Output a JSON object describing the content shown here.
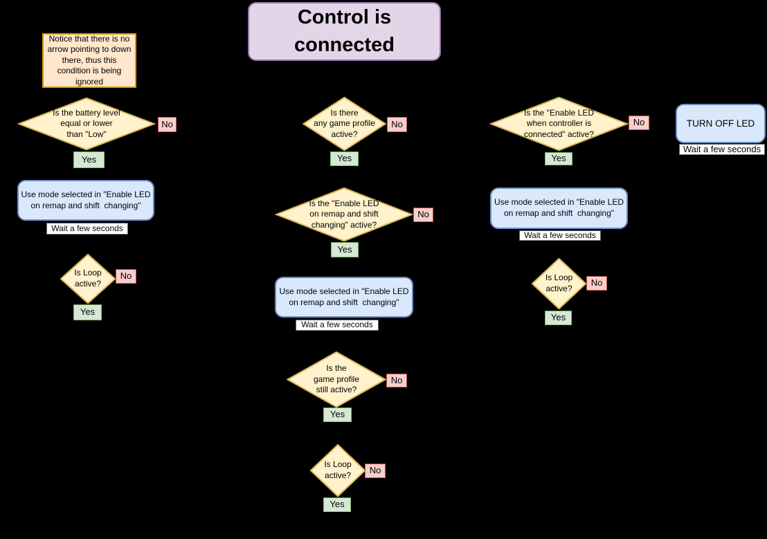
{
  "diagram": {
    "type": "flowchart",
    "background": "#000000",
    "colors": {
      "start_fill": "#E1D5E7",
      "start_stroke": "#9673A6",
      "note_fill": "#FFE6CC",
      "note_stroke": "#D79B00",
      "decision_fill": "#FFF2CC",
      "decision_stroke": "#D6B656",
      "process_fill": "#DAE8FC",
      "process_stroke": "#6C8EBF",
      "yes_fill": "#D5E8D4",
      "yes_stroke": "#82B366",
      "no_fill": "#F8CECC",
      "no_stroke": "#B85450",
      "wait_fill": "#FFFFFF",
      "wait_stroke": "#666666"
    },
    "labels": {
      "title": "Control is\nconnected",
      "note": "Notice that there is no\narrow pointing to down\nthere, thus this\ncondition is being\nignored",
      "battery_check": "Is the battery level\nequal or lower\nthan \"Low\"",
      "game_profile_check": "Is there\nany game profile\nactive?",
      "enable_led_remap_check": "Is the \"Enable LED\non remap and shift\nchanging\" active?",
      "game_profile_still_check": "Is the\ngame profile\nstill active?",
      "enable_led_connected_check": "Is the \"Enable LED\nwhen controller is\nconnected\" active?",
      "loop_check": "Is Loop\nactive?",
      "use_mode": "Use mode selected in \"Enable LED\non remap and shift  changing\"",
      "turn_off_led": "TURN OFF LED",
      "wait": "Wait a few seconds",
      "yes": "Yes",
      "no": "No"
    }
  }
}
